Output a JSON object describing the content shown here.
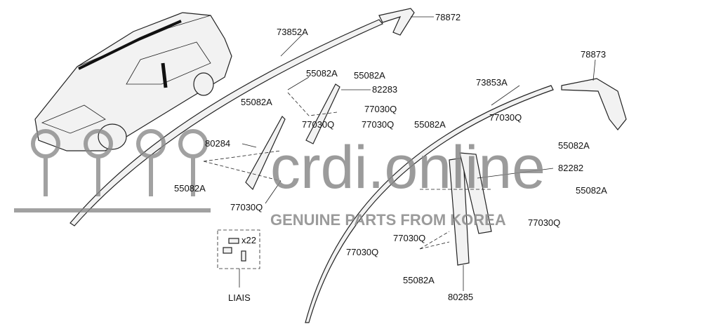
{
  "diagram": {
    "parts": {
      "roof_moulding_left": "73852A",
      "roof_end_piece_left": "78872",
      "roof_moulding_right": "73853A",
      "roof_end_piece_right": "78873",
      "clip_screw": "55082A",
      "clip": "77030Q",
      "garnish_front_door": "82283",
      "garnish_front_door_lower": "80284",
      "garnish_rear_door": "82282",
      "garnish_rear_door_lower": "80285",
      "kit_label": "LIAIS",
      "kit_quantity": "x22"
    }
  },
  "watermark": {
    "site": "crdi.online",
    "tagline": "GENUINE PARTS FROM KOREA"
  }
}
